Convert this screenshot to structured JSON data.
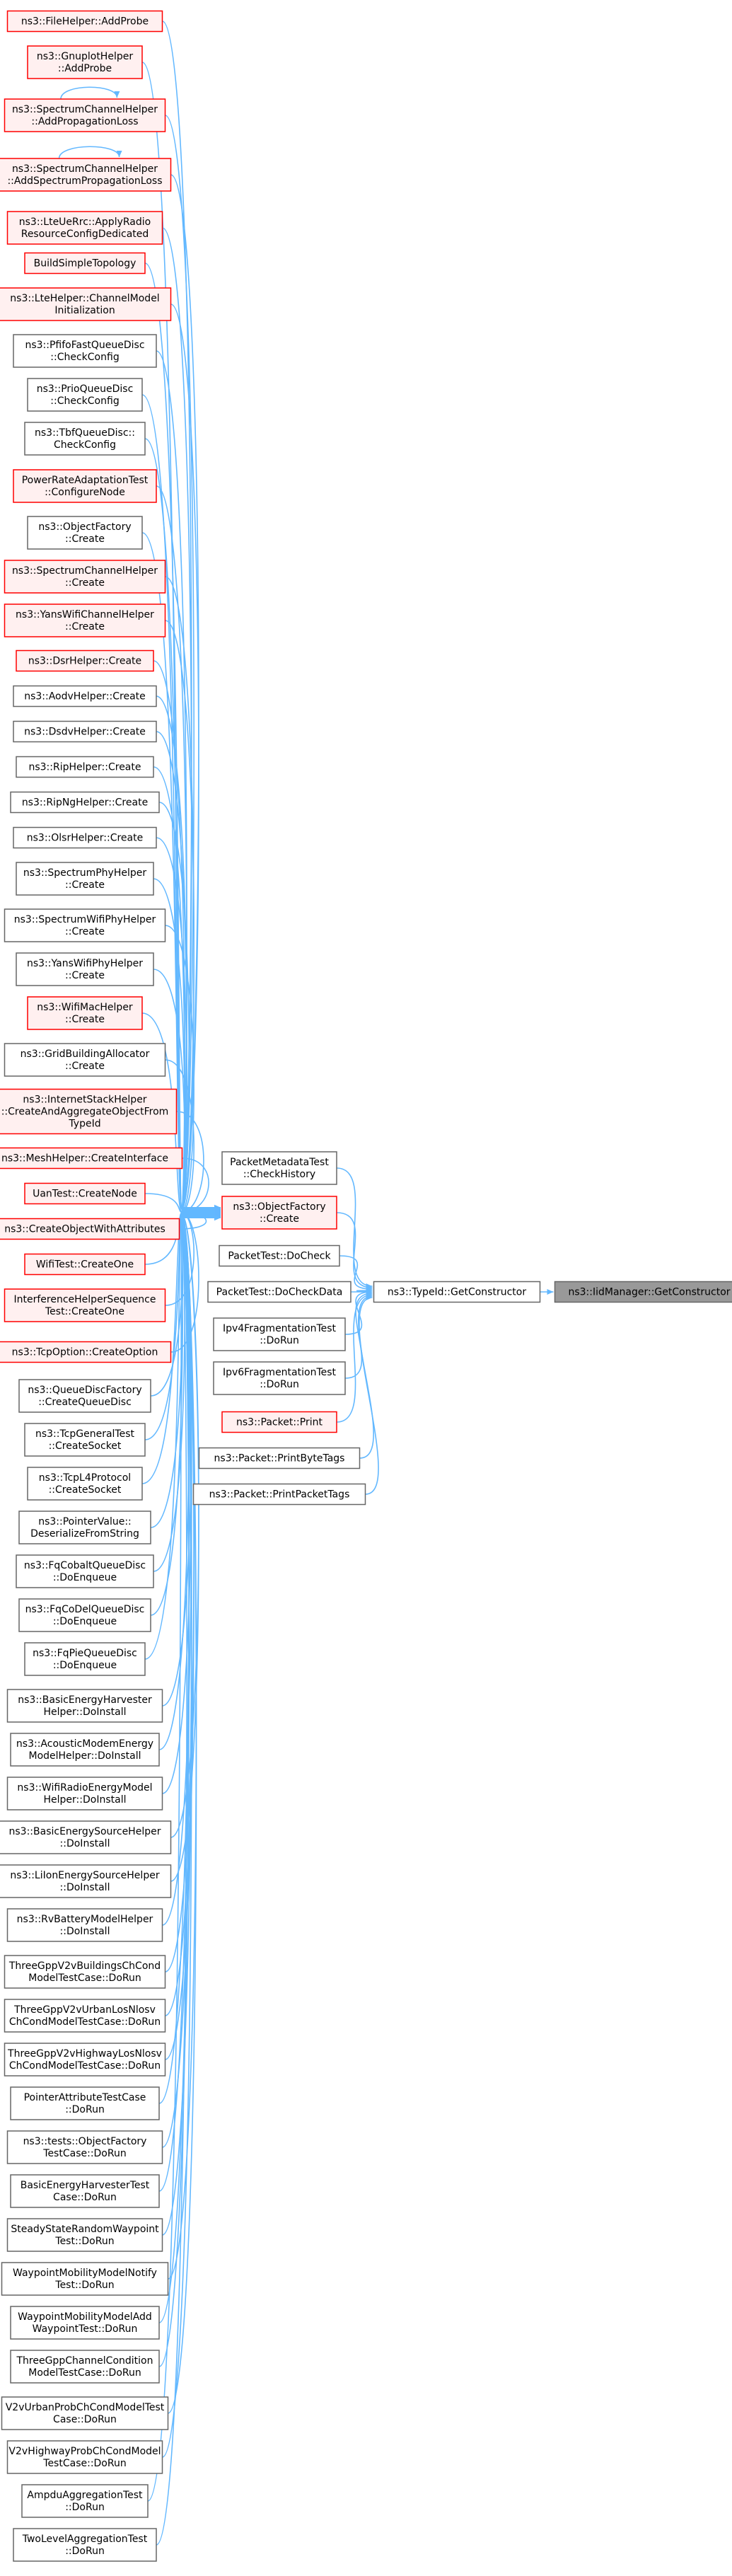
{
  "colors": {
    "edge": "#63b8ff",
    "normal_border": "#666666",
    "normal_fill": "#ffffff",
    "red_border": "#ff0000",
    "red_fill": "#fff0f0",
    "target_fill": "#999999",
    "target_border": "#666666",
    "text": "#000000"
  },
  "target": {
    "id": "tgt",
    "lines": [
      "ns3::IidManager::GetConstructor"
    ]
  },
  "hub": {
    "id": "hub",
    "lines": [
      "ns3::TypeId::GetConstructor"
    ]
  },
  "middle": [
    {
      "id": "m0",
      "lines": [
        "PacketMetadataTest",
        "::CheckHistory"
      ],
      "style": "normal"
    },
    {
      "id": "m1",
      "lines": [
        "ns3::ObjectFactory",
        "::Create"
      ],
      "style": "red"
    },
    {
      "id": "m2",
      "lines": [
        "PacketTest::DoCheck"
      ],
      "style": "normal"
    },
    {
      "id": "m3",
      "lines": [
        "PacketTest::DoCheckData"
      ],
      "style": "normal"
    },
    {
      "id": "m4",
      "lines": [
        "Ipv4FragmentationTest",
        "::DoRun"
      ],
      "style": "normal"
    },
    {
      "id": "m5",
      "lines": [
        "Ipv6FragmentationTest",
        "::DoRun"
      ],
      "style": "normal"
    },
    {
      "id": "m6",
      "lines": [
        "ns3::Packet::Print"
      ],
      "style": "red"
    },
    {
      "id": "m7",
      "lines": [
        "ns3::Packet::PrintByteTags"
      ],
      "style": "normal"
    },
    {
      "id": "m8",
      "lines": [
        "ns3::Packet::PrintPacketTags"
      ],
      "style": "normal"
    }
  ],
  "left": [
    {
      "id": "l0",
      "lines": [
        "ns3::FileHelper::AddProbe"
      ],
      "style": "red"
    },
    {
      "id": "l1",
      "lines": [
        "ns3::GnuplotHelper",
        "::AddProbe"
      ],
      "style": "red"
    },
    {
      "id": "l2",
      "lines": [
        "ns3::SpectrumChannelHelper",
        "::AddPropagationLoss"
      ],
      "style": "red",
      "self_loop": true
    },
    {
      "id": "l3",
      "lines": [
        "ns3::SpectrumChannelHelper",
        "::AddSpectrumPropagationLoss"
      ],
      "style": "red",
      "self_loop": true
    },
    {
      "id": "l4",
      "lines": [
        "ns3::LteUeRrc::ApplyRadio",
        "ResourceConfigDedicated"
      ],
      "style": "red"
    },
    {
      "id": "l5",
      "lines": [
        "BuildSimpleTopology"
      ],
      "style": "red"
    },
    {
      "id": "l6",
      "lines": [
        "ns3::LteHelper::ChannelModel",
        "Initialization"
      ],
      "style": "red"
    },
    {
      "id": "l7",
      "lines": [
        "ns3::PfifoFastQueueDisc",
        "::CheckConfig"
      ],
      "style": "normal"
    },
    {
      "id": "l8",
      "lines": [
        "ns3::PrioQueueDisc",
        "::CheckConfig"
      ],
      "style": "normal"
    },
    {
      "id": "l9",
      "lines": [
        "ns3::TbfQueueDisc::",
        "CheckConfig"
      ],
      "style": "normal"
    },
    {
      "id": "l10",
      "lines": [
        "PowerRateAdaptationTest",
        "::ConfigureNode"
      ],
      "style": "red"
    },
    {
      "id": "l11",
      "lines": [
        "ns3::ObjectFactory",
        "::Create"
      ],
      "style": "normal"
    },
    {
      "id": "l12",
      "lines": [
        "ns3::SpectrumChannelHelper",
        "::Create"
      ],
      "style": "red"
    },
    {
      "id": "l13",
      "lines": [
        "ns3::YansWifiChannelHelper",
        "::Create"
      ],
      "style": "red"
    },
    {
      "id": "l14",
      "lines": [
        "ns3::DsrHelper::Create"
      ],
      "style": "red"
    },
    {
      "id": "l15",
      "lines": [
        "ns3::AodvHelper::Create"
      ],
      "style": "normal"
    },
    {
      "id": "l16",
      "lines": [
        "ns3::DsdvHelper::Create"
      ],
      "style": "normal"
    },
    {
      "id": "l17",
      "lines": [
        "ns3::RipHelper::Create"
      ],
      "style": "normal"
    },
    {
      "id": "l18",
      "lines": [
        "ns3::RipNgHelper::Create"
      ],
      "style": "normal"
    },
    {
      "id": "l19",
      "lines": [
        "ns3::OlsrHelper::Create"
      ],
      "style": "normal"
    },
    {
      "id": "l20",
      "lines": [
        "ns3::SpectrumPhyHelper",
        "::Create"
      ],
      "style": "normal"
    },
    {
      "id": "l21",
      "lines": [
        "ns3::SpectrumWifiPhyHelper",
        "::Create"
      ],
      "style": "normal"
    },
    {
      "id": "l22",
      "lines": [
        "ns3::YansWifiPhyHelper",
        "::Create"
      ],
      "style": "normal"
    },
    {
      "id": "l23",
      "lines": [
        "ns3::WifiMacHelper",
        "::Create"
      ],
      "style": "red"
    },
    {
      "id": "l24",
      "lines": [
        "ns3::GridBuildingAllocator",
        "::Create"
      ],
      "style": "normal"
    },
    {
      "id": "l25",
      "lines": [
        "ns3::InternetStackHelper",
        "::CreateAndAggregateObjectFrom",
        "TypeId"
      ],
      "style": "red"
    },
    {
      "id": "l26",
      "lines": [
        "ns3::MeshHelper::CreateInterface"
      ],
      "style": "red"
    },
    {
      "id": "l27",
      "lines": [
        "UanTest::CreateNode"
      ],
      "style": "red"
    },
    {
      "id": "l28",
      "lines": [
        "ns3::CreateObjectWithAttributes"
      ],
      "style": "red"
    },
    {
      "id": "l29",
      "lines": [
        "WifiTest::CreateOne"
      ],
      "style": "red"
    },
    {
      "id": "l30",
      "lines": [
        "InterferenceHelperSequence",
        "Test::CreateOne"
      ],
      "style": "red"
    },
    {
      "id": "l31",
      "lines": [
        "ns3::TcpOption::CreateOption"
      ],
      "style": "red"
    },
    {
      "id": "l32",
      "lines": [
        "ns3::QueueDiscFactory",
        "::CreateQueueDisc"
      ],
      "style": "normal"
    },
    {
      "id": "l33",
      "lines": [
        "ns3::TcpGeneralTest",
        "::CreateSocket"
      ],
      "style": "normal"
    },
    {
      "id": "l34",
      "lines": [
        "ns3::TcpL4Protocol",
        "::CreateSocket"
      ],
      "style": "normal"
    },
    {
      "id": "l35",
      "lines": [
        "ns3::PointerValue::",
        "DeserializeFromString"
      ],
      "style": "normal"
    },
    {
      "id": "l36",
      "lines": [
        "ns3::FqCobaltQueueDisc",
        "::DoEnqueue"
      ],
      "style": "normal"
    },
    {
      "id": "l37",
      "lines": [
        "ns3::FqCoDelQueueDisc",
        "::DoEnqueue"
      ],
      "style": "normal"
    },
    {
      "id": "l38",
      "lines": [
        "ns3::FqPieQueueDisc",
        "::DoEnqueue"
      ],
      "style": "normal"
    },
    {
      "id": "l39",
      "lines": [
        "ns3::BasicEnergyHarvester",
        "Helper::DoInstall"
      ],
      "style": "normal"
    },
    {
      "id": "l40",
      "lines": [
        "ns3::AcousticModemEnergy",
        "ModelHelper::DoInstall"
      ],
      "style": "normal"
    },
    {
      "id": "l41",
      "lines": [
        "ns3::WifiRadioEnergyModel",
        "Helper::DoInstall"
      ],
      "style": "normal"
    },
    {
      "id": "l42",
      "lines": [
        "ns3::BasicEnergySourceHelper",
        "::DoInstall"
      ],
      "style": "normal"
    },
    {
      "id": "l43",
      "lines": [
        "ns3::LiIonEnergySourceHelper",
        "::DoInstall"
      ],
      "style": "normal"
    },
    {
      "id": "l44",
      "lines": [
        "ns3::RvBatteryModelHelper",
        "::DoInstall"
      ],
      "style": "normal"
    },
    {
      "id": "l45",
      "lines": [
        "ThreeGppV2vBuildingsChCond",
        "ModelTestCase::DoRun"
      ],
      "style": "normal"
    },
    {
      "id": "l46",
      "lines": [
        "ThreeGppV2vUrbanLosNlosv",
        "ChCondModelTestCase::DoRun"
      ],
      "style": "normal"
    },
    {
      "id": "l47",
      "lines": [
        "ThreeGppV2vHighwayLosNlosv",
        "ChCondModelTestCase::DoRun"
      ],
      "style": "normal"
    },
    {
      "id": "l48",
      "lines": [
        "PointerAttributeTestCase",
        "::DoRun"
      ],
      "style": "normal"
    },
    {
      "id": "l49",
      "lines": [
        "ns3::tests::ObjectFactory",
        "TestCase::DoRun"
      ],
      "style": "normal"
    },
    {
      "id": "l50",
      "lines": [
        "BasicEnergyHarvesterTest",
        "Case::DoRun"
      ],
      "style": "normal"
    },
    {
      "id": "l51",
      "lines": [
        "SteadyStateRandomWaypoint",
        "Test::DoRun"
      ],
      "style": "normal"
    },
    {
      "id": "l52",
      "lines": [
        "WaypointMobilityModelNotify",
        "Test::DoRun"
      ],
      "style": "normal"
    },
    {
      "id": "l53",
      "lines": [
        "WaypointMobilityModelAdd",
        "WaypointTest::DoRun"
      ],
      "style": "normal"
    },
    {
      "id": "l54",
      "lines": [
        "ThreeGppChannelCondition",
        "ModelTestCase::DoRun"
      ],
      "style": "normal"
    },
    {
      "id": "l55",
      "lines": [
        "V2vUrbanProbChCondModelTest",
        "Case::DoRun"
      ],
      "style": "normal"
    },
    {
      "id": "l56",
      "lines": [
        "V2vHighwayProbChCondModel",
        "TestCase::DoRun"
      ],
      "style": "normal"
    },
    {
      "id": "l57",
      "lines": [
        "AmpduAggregationTest",
        "::DoRun"
      ],
      "style": "normal"
    },
    {
      "id": "l58",
      "lines": [
        "TwoLevelAggregationTest",
        "::DoRun"
      ],
      "style": "normal"
    }
  ]
}
